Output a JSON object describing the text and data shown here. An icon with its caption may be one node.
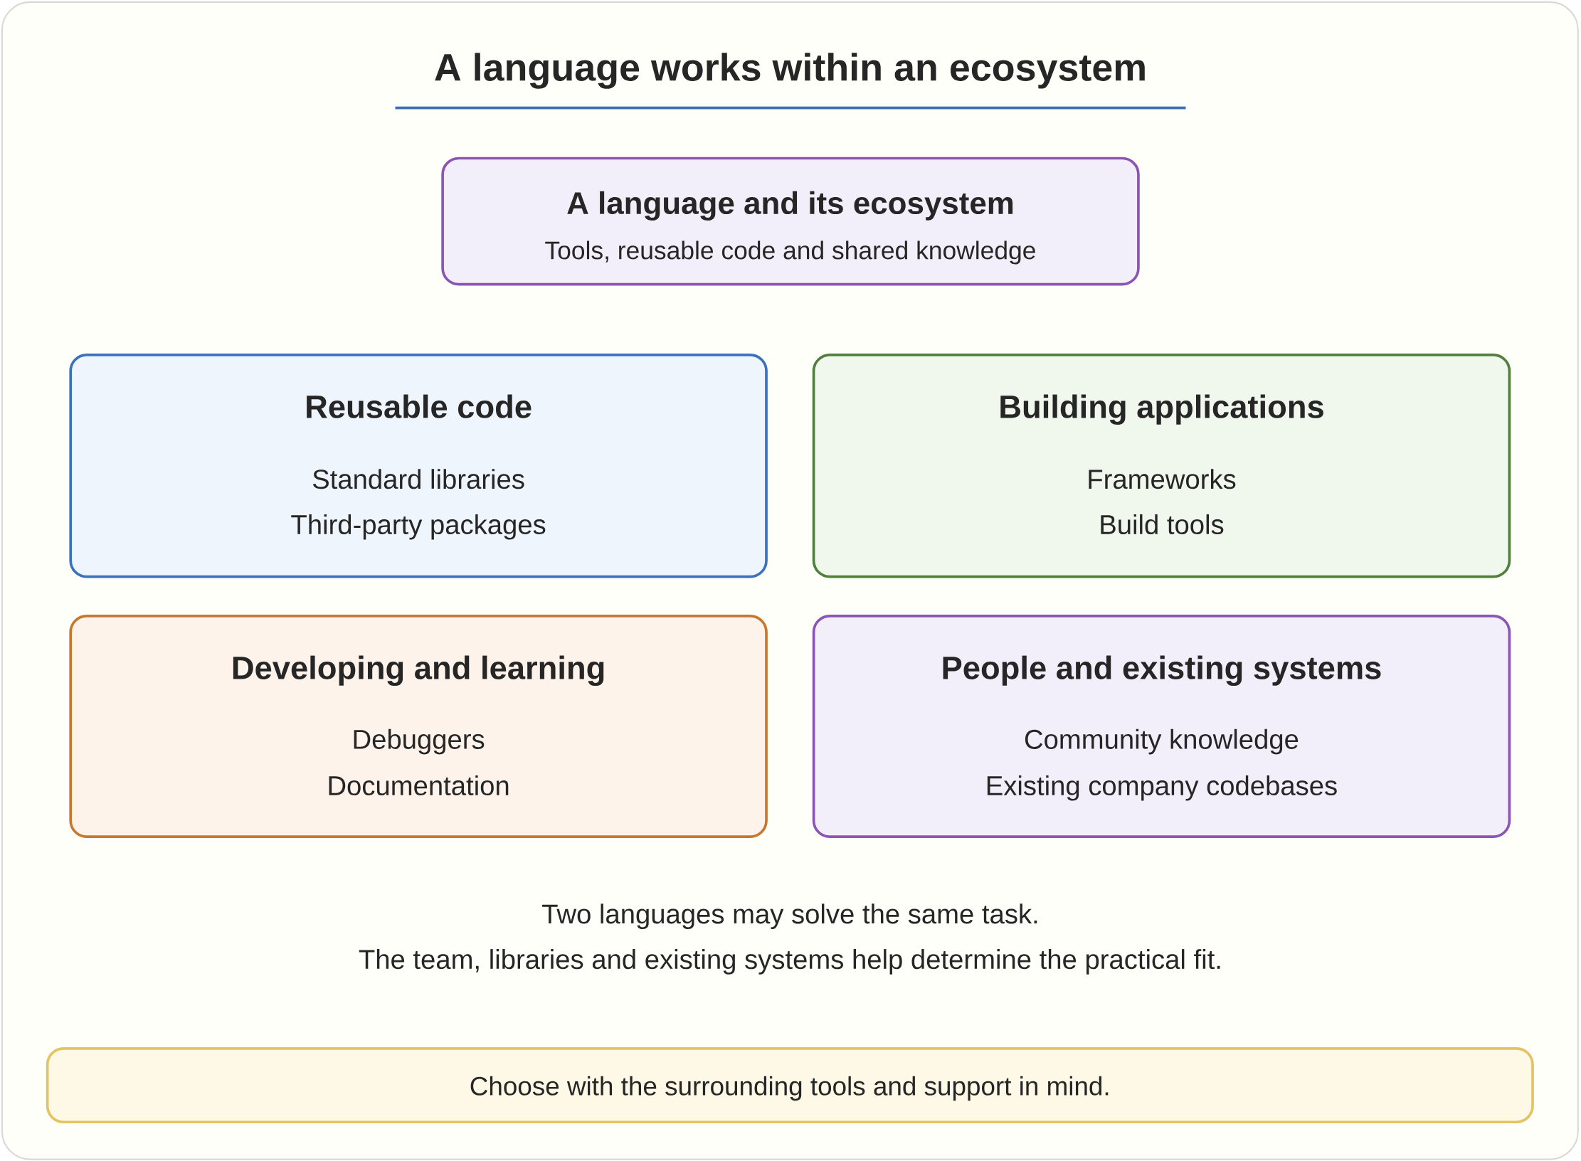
{
  "diagram": {
    "title": "A language works within an ecosystem",
    "nodes": [
      {
        "text": [
          "A language and its ecosystem",
          "Tools, reusable code and shared knowledge"
        ]
      },
      {
        "text": [
          "Reusable code",
          "Standard libraries",
          "Third-party packages"
        ]
      },
      {
        "text": [
          "Building applications",
          "Frameworks",
          "Build tools"
        ]
      },
      {
        "text": [
          "Developing and learning",
          "Debuggers",
          "Documentation"
        ]
      },
      {
        "text": [
          "People and existing systems",
          "Community knowledge",
          "Existing company codebases"
        ]
      },
      {
        "text": [
          "Choose with the surrounding tools and support in mind."
        ]
      }
    ],
    "labels": [
      "Two languages may solve the same task.",
      "The team, libraries and existing systems help determine the practical fit."
    ]
  }
}
